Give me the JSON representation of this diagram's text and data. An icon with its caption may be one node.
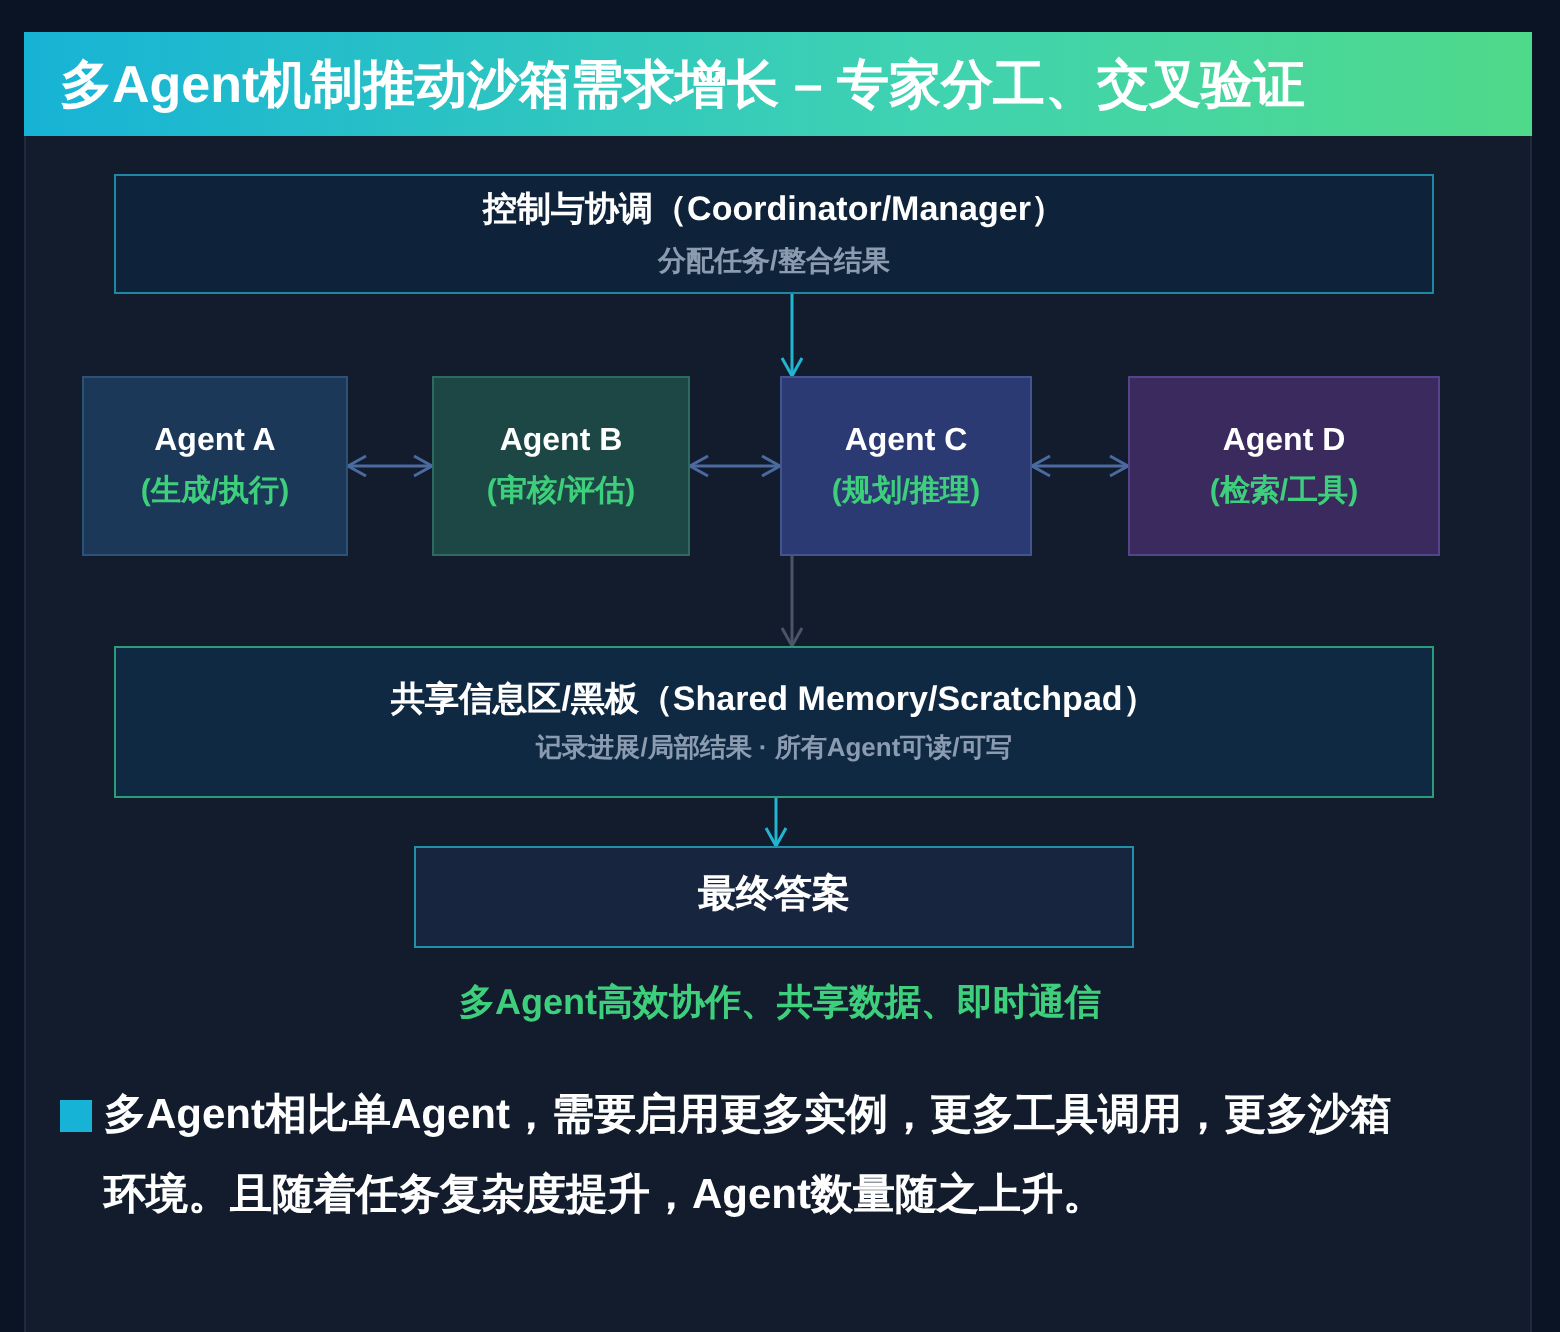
{
  "diagram": {
    "title": "多Agent机制推动沙箱需求增长 – 专家分工、交叉验证",
    "nodes": [
      {
        "text": [
          "控制与协调（Coordinator/Manager）",
          "分配任务/整合结果"
        ]
      },
      {
        "text": [
          "Agent A",
          "(生成/执行)"
        ]
      },
      {
        "text": [
          "Agent B",
          "(审核/评估)"
        ]
      },
      {
        "text": [
          "Agent C",
          "(规划/推理)"
        ]
      },
      {
        "text": [
          "Agent D",
          "(检索/工具)"
        ]
      },
      {
        "text": [
          "共享信息区/黑板（Shared Memory/Scratchpad）",
          "记录进展/局部结果 · 所有Agent可读/可写"
        ]
      },
      {
        "text": [
          "最终答案"
        ]
      }
    ],
    "edges": [
      {
        "from": 0,
        "to": 3,
        "arrow": "to",
        "color": "#22b5d2"
      },
      {
        "from": 1,
        "to": 2,
        "arrow": "both"
      },
      {
        "from": 2,
        "to": 3,
        "arrow": "both"
      },
      {
        "from": 3,
        "to": 4,
        "arrow": "both"
      },
      {
        "from": 3,
        "to": 5,
        "arrow": "to",
        "color": "#4b5567"
      },
      {
        "from": 5,
        "to": 6,
        "arrow": "to",
        "color": "#22b5d2"
      }
    ],
    "labels": [
      "多Agent高效协作、共享数据、即时通信",
      "多Agent相比单Agent，需要启用更多实例，更多工具调用，更多沙箱环境。且随着任务复杂度提升，Agent数量随之上升。"
    ]
  }
}
